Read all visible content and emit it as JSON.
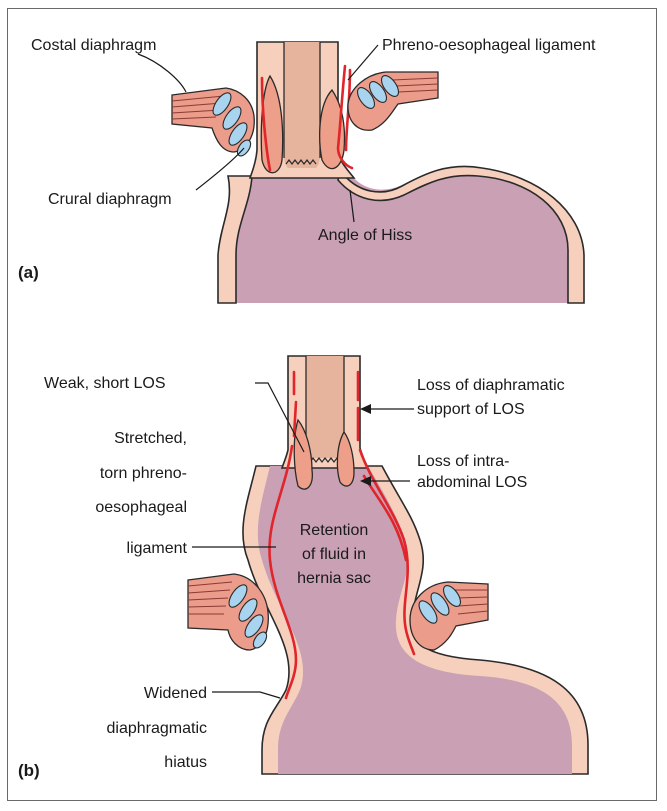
{
  "panel_a": {
    "panel_label": "(a)",
    "labels": {
      "costal_diaphragm": "Costal diaphragm",
      "phreno_ligament": "Phreno-oesophageal ligament",
      "crural_diaphragm": "Crural diaphragm",
      "angle_of_hiss": "Angle of Hiss"
    }
  },
  "panel_b": {
    "panel_label": "(b)",
    "labels": {
      "weak_los": "Weak, short LOS",
      "stretched_line1": "Stretched,",
      "stretched_line2": "torn phreno-",
      "stretched_line3": "oesophageal",
      "stretched_line4": "ligament",
      "widened_line1": "Widened",
      "widened_line2": "diaphragmatic",
      "widened_line3": "hiatus",
      "loss_support_line1": "Loss of diaphramatic",
      "loss_support_line2": "support of LOS",
      "loss_intra_line1": "Loss of intra-",
      "loss_intra_line2": "abdominal LOS",
      "retention_line1": "Retention",
      "retention_line2": "of fluid in",
      "retention_line3": "hernia sac"
    }
  },
  "colors": {
    "tissue": "#f6d0bd",
    "lumen": "#e6b49c",
    "stomach": "#c9a0b4",
    "ligament_red": "#e0252b",
    "crura_blue": "#a9d4ef",
    "muscle": "#ec9c8a"
  }
}
